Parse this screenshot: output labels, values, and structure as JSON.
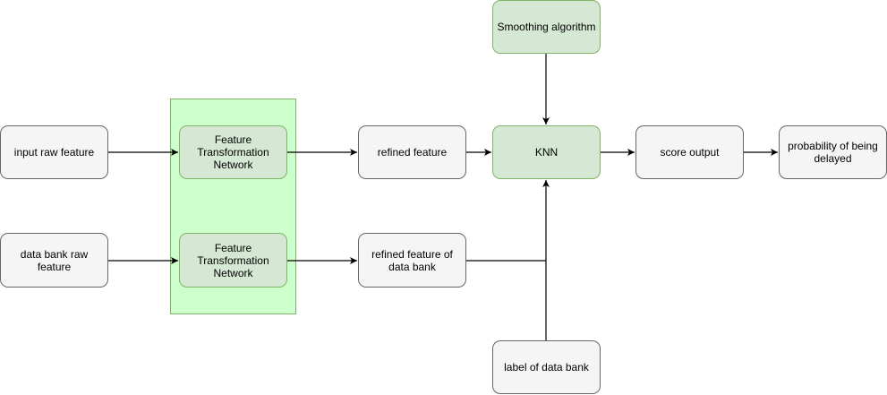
{
  "nodes": {
    "input_raw": "input raw feature",
    "data_bank_raw": "data bank raw feature",
    "ftn_top": "Feature Transformation Network",
    "ftn_bottom": "Feature Transformation Network",
    "refined_feature": "refined feature",
    "refined_data_bank": "refined feature of data bank",
    "smoothing": "Smoothing algorithm",
    "knn": "KNN",
    "label_data_bank": "label of data bank",
    "score_output": "score output",
    "probability": "probability of being delayed"
  },
  "colors": {
    "gray_fill": "#f5f5f5",
    "gray_stroke": "#666666",
    "green_fill": "#d5e8d4",
    "green_stroke": "#82b366",
    "group_fill": "#ccffcc",
    "edge": "#000000"
  }
}
